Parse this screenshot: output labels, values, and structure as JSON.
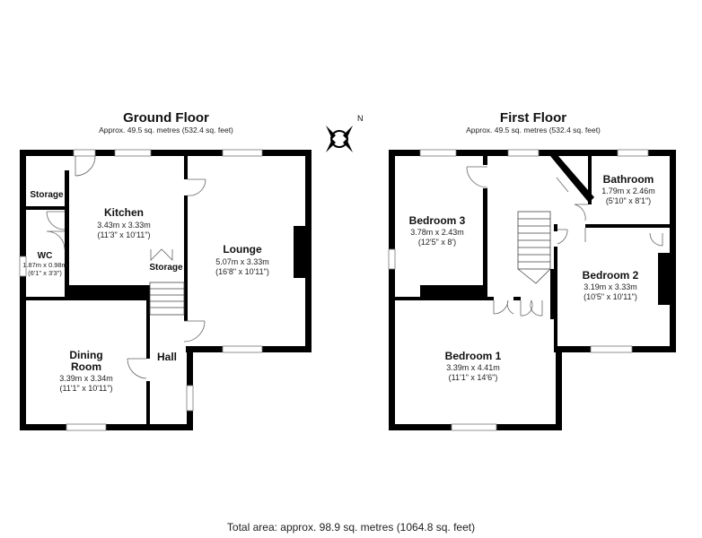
{
  "ground_floor": {
    "title": "Ground Floor",
    "area": "Approx. 49.5 sq. metres (532.4 sq. feet)",
    "rooms": {
      "storage_top": {
        "name": "Storage"
      },
      "wc": {
        "name": "WC",
        "dim_m": "1.87m x 0.98m",
        "dim_ft": "(6'1\" x 3'3\")"
      },
      "kitchen": {
        "name": "Kitchen",
        "dim_m": "3.43m x 3.33m",
        "dim_ft": "(11'3\" x 10'11\")"
      },
      "storage_stairs": {
        "name": "Storage"
      },
      "lounge": {
        "name": "Lounge",
        "dim_m": "5.07m x 3.33m",
        "dim_ft": "(16'8\" x 10'11\")"
      },
      "dining": {
        "name_line1": "Dining",
        "name_line2": "Room",
        "dim_m": "3.39m x 3.34m",
        "dim_ft": "(11'1\" x 10'11\")"
      },
      "hall": {
        "name": "Hall"
      }
    }
  },
  "first_floor": {
    "title": "First Floor",
    "area": "Approx. 49.5 sq. metres (532.4 sq. feet)",
    "rooms": {
      "bathroom": {
        "name": "Bathroom",
        "dim_m": "1.79m x 2.46m",
        "dim_ft": "(5'10\" x 8'1\")"
      },
      "bedroom3": {
        "name": "Bedroom 3",
        "dim_m": "3.78m x 2.43m",
        "dim_ft": "(12'5\" x 8')"
      },
      "bedroom2": {
        "name": "Bedroom 2",
        "dim_m": "3.19m x 3.33m",
        "dim_ft": "(10'5\" x 10'11\")"
      },
      "bedroom1": {
        "name": "Bedroom 1",
        "dim_m": "3.39m x 4.41m",
        "dim_ft": "(11'1\" x 14'6\")"
      }
    }
  },
  "compass": {
    "label": "N",
    "icon": "compass-icon"
  },
  "total_area": "Total area: approx. 98.9 sq. metres (1064.8 sq. feet)"
}
